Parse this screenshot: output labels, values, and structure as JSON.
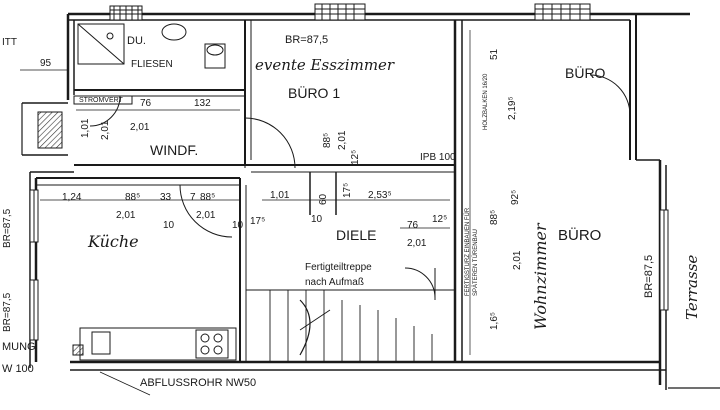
{
  "rooms": {
    "du": "DU.",
    "fliesen": "FLIESEN",
    "br_top": "BR=87,5",
    "esszimmer_hand": "evente Esszimmer",
    "buero1": "BÜRO 1",
    "windf": "WINDF.",
    "stromvert": "STROMVERT",
    "kueche": "Küche",
    "diele": "DIELE",
    "treppe_line1": "Fertigteiltreppe",
    "treppe_line2": "nach Aufmaß",
    "buero": "BÜRO",
    "wohnzimmer_hand": "Wohnzimmer",
    "terrasse_hand": "Terrasse",
    "br_right": "BR=87,5",
    "br_left_top": "BR=87,5",
    "br_left_bottom": "BR=87,5",
    "ipb": "IPB 100",
    "holzbalken": "HOLZBALKEN 16/20",
    "fertigsturz": "FERTIGSTURZ EINBAUEN FÜR",
    "spaeteren": "SPÄTEREN TÜRENBAU",
    "abfluss": "ABFLUSSROHR NW50",
    "mung": "MUNG",
    "w100": "W 100",
    "itt": "ITT"
  },
  "dimensions": {
    "d95": "95",
    "d76a": "76",
    "d132": "132",
    "d101a": "1,01",
    "d201a": "2,01",
    "d885a": "88⁵",
    "d201b": "2,01",
    "d125a": "12⁵",
    "d124": "1,24",
    "d885b": "88⁵",
    "d33": "33",
    "d7": "7",
    "d885c": "88⁵",
    "d201c": "2,01",
    "d10a": "10",
    "d201d": "2,01",
    "d10b": "10",
    "d175a": "17⁵",
    "d101b": "1,01",
    "d60": "60",
    "d175b": "17⁵",
    "d253": "2,53⁵",
    "d10c": "10",
    "d76b": "76",
    "d125b": "12⁵",
    "d201e": "2,01",
    "d51": "51",
    "d219": "2,19⁵",
    "d885d": "88⁵",
    "d201f": "2,01",
    "d925": "92⁵",
    "d16": "1,6⁵"
  }
}
